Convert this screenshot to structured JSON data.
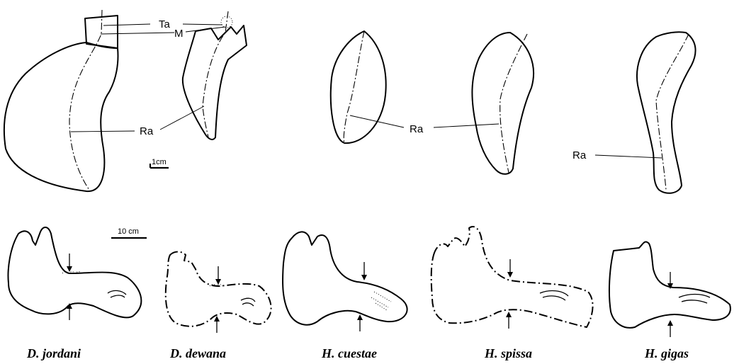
{
  "labels": {
    "ta": "Ta",
    "m": "M",
    "ra": "Ra"
  },
  "scales": {
    "upper": "1cm",
    "lower": "10 cm"
  },
  "species": [
    "D. jordani",
    "D. dewana",
    "H. cuestae",
    "H. spissa",
    "H. gigas"
  ]
}
